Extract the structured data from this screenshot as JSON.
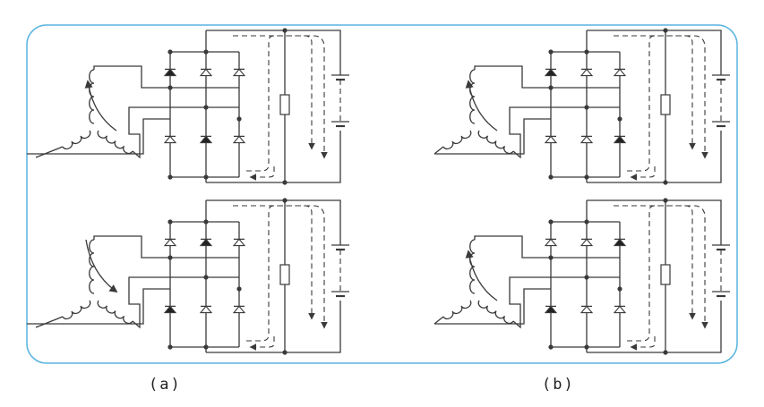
{
  "captions": {
    "a": "(a)",
    "b": "(b)"
  },
  "colors": {
    "frame": "#5ab4e0",
    "line": "#3a3a3a",
    "background": "#ffffff"
  },
  "panels": [
    {
      "id": "a-top",
      "column": "a",
      "row": "top",
      "conducting": [
        0,
        4
      ],
      "rotation": "counterclockwise"
    },
    {
      "id": "a-bottom",
      "column": "a",
      "row": "bottom",
      "conducting": [
        1,
        3
      ],
      "rotation": "clockwise"
    },
    {
      "id": "b-top",
      "column": "b",
      "row": "top",
      "conducting": [
        0,
        5
      ],
      "rotation": "counterclockwise"
    },
    {
      "id": "b-bottom",
      "column": "b",
      "row": "bottom",
      "conducting": [
        2,
        3
      ],
      "rotation": "counterclockwise"
    }
  ]
}
